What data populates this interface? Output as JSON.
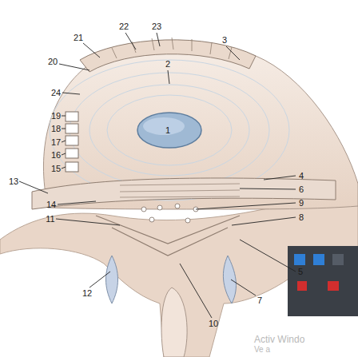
{
  "diagram": {
    "labels": [
      "22",
      "23",
      "21",
      "3",
      "20",
      "2",
      "24",
      "19",
      "18",
      "17",
      "16",
      "15",
      "1",
      "13",
      "4",
      "6",
      "14",
      "9",
      "11",
      "8",
      "5",
      "12",
      "7",
      "10",
      "Activ Windo",
      "Ve a"
    ]
  }
}
